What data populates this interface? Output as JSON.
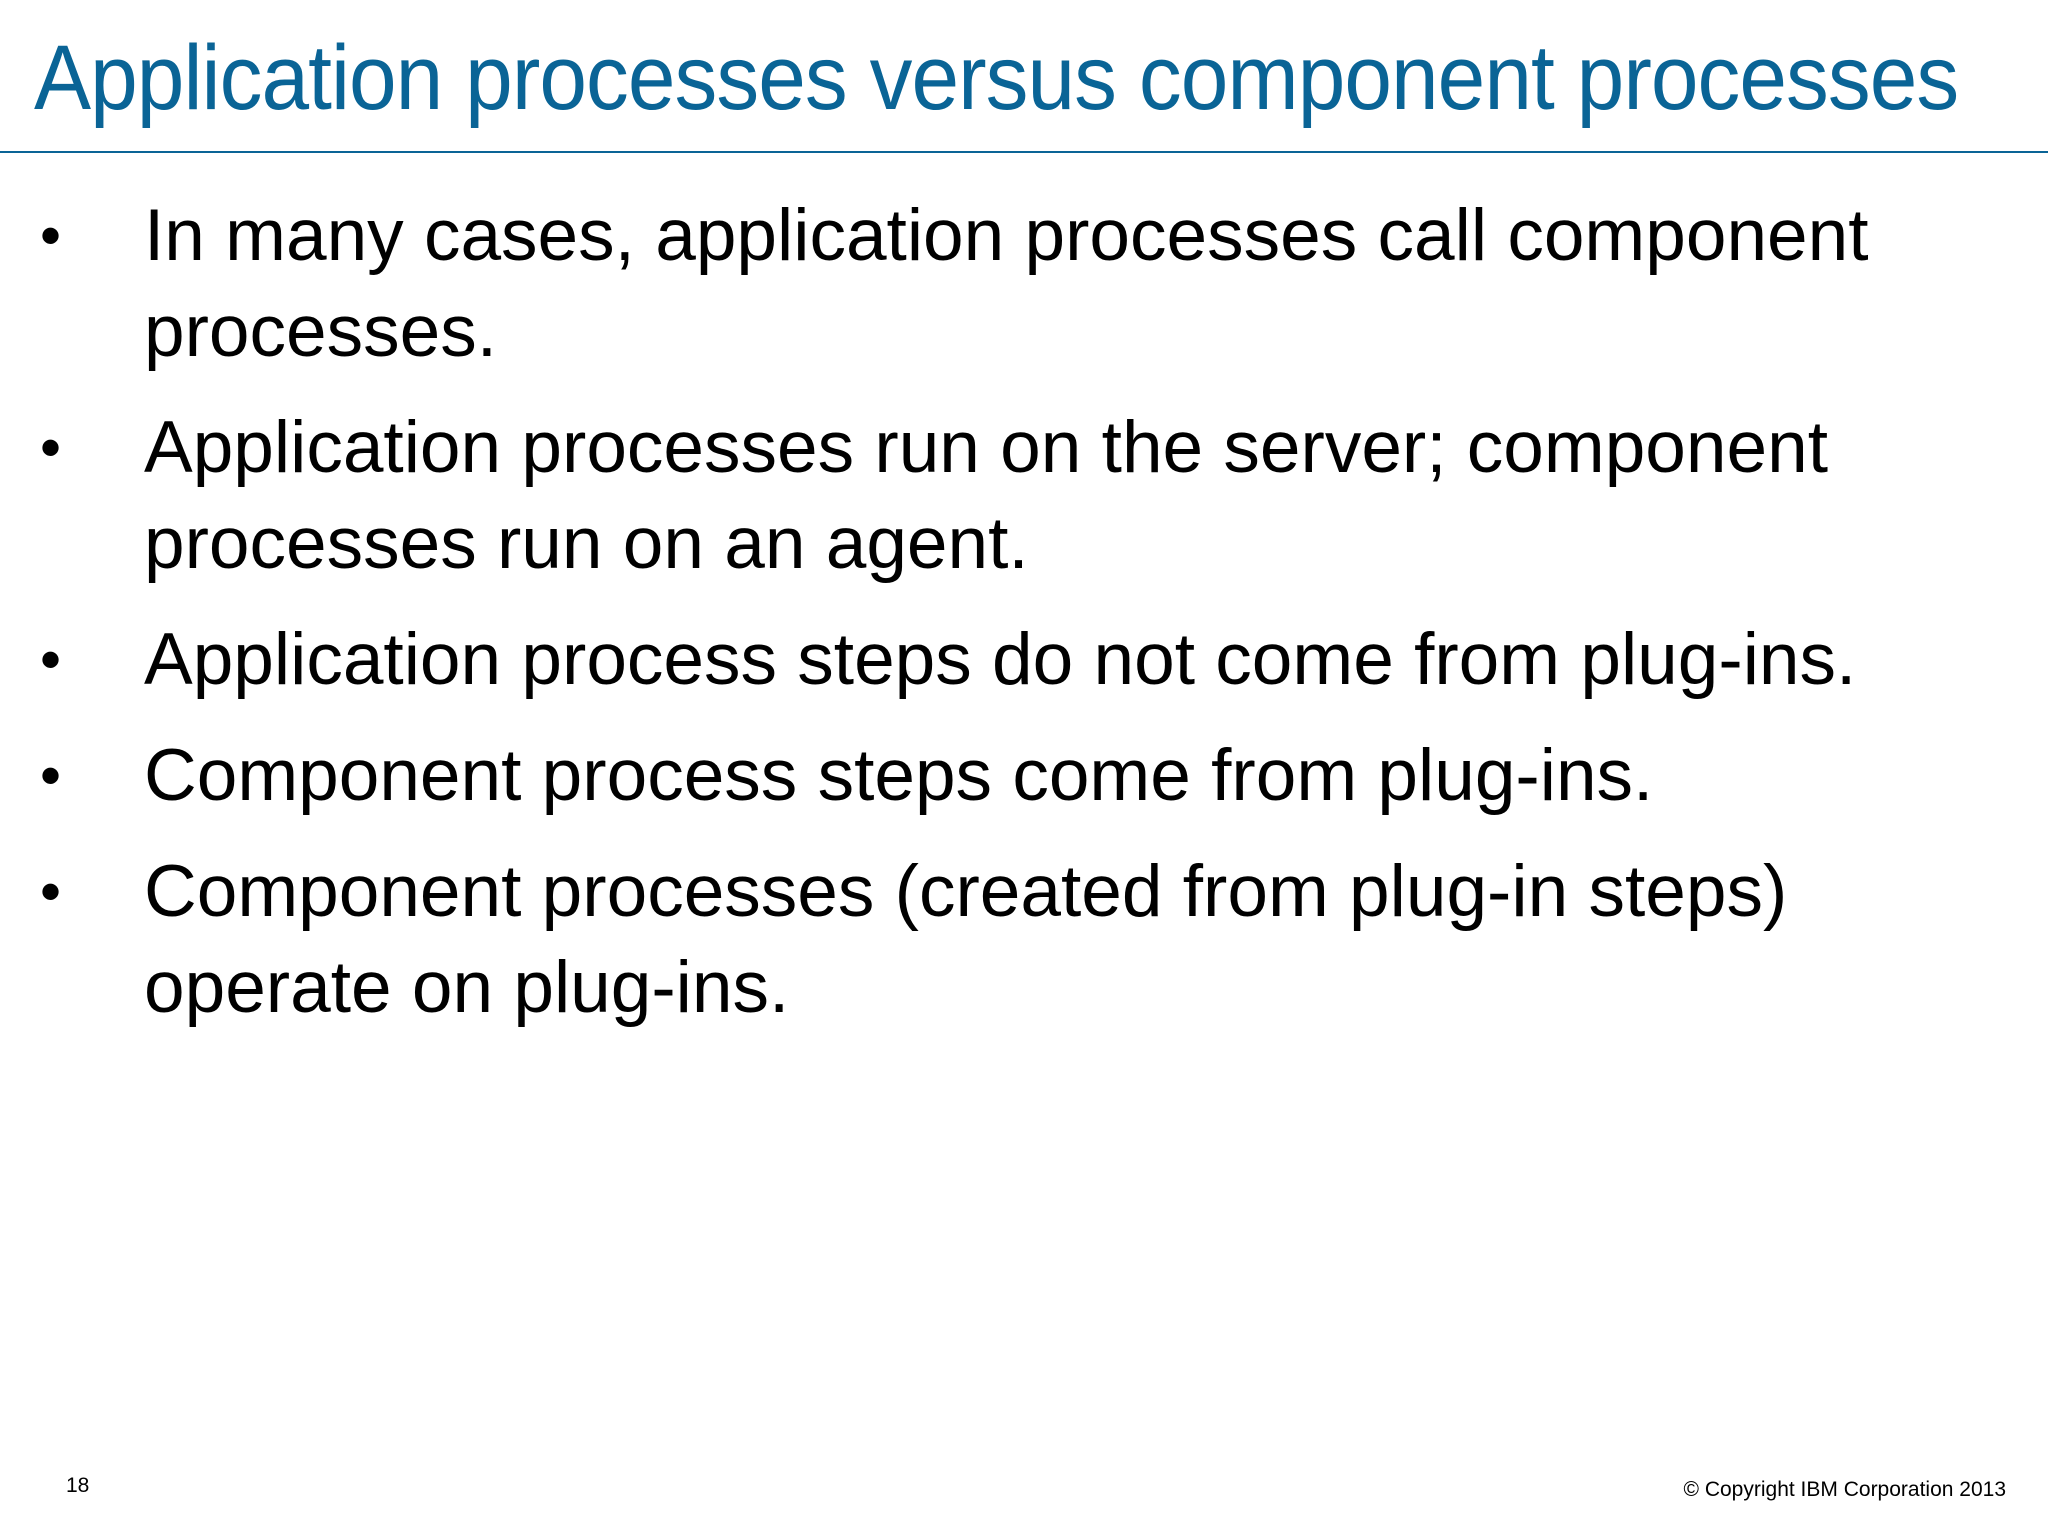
{
  "slide": {
    "title": "Application processes versus component processes",
    "bullet_symbol": "•",
    "bullets": [
      "In many cases, application processes call component processes.",
      "Application processes run on the server; component processes run on an agent.",
      "Application process steps do not come from plug-ins.",
      "Component process steps come from plug-ins.",
      "Component processes (created from plug-in steps) operate on plug-ins."
    ]
  },
  "footer": {
    "page_number": "18",
    "copyright": "© Copyright IBM Corporation 2013"
  },
  "colors": {
    "title": "#0a6496",
    "rule": "#0a6496",
    "text": "#000000",
    "background": "#ffffff"
  }
}
